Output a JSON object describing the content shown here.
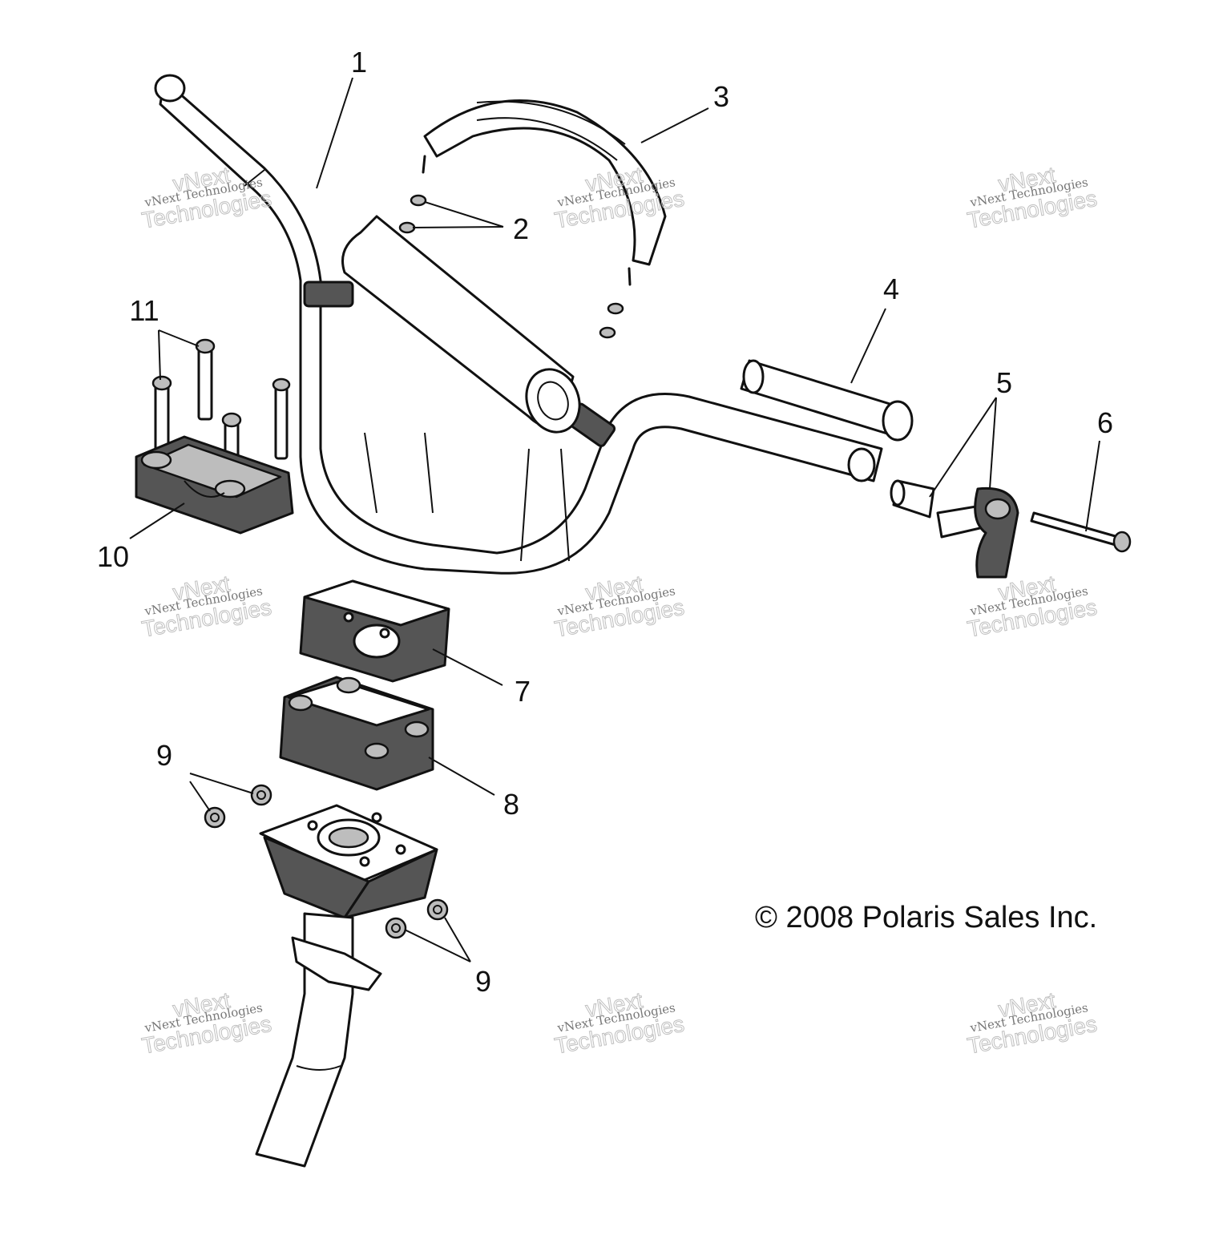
{
  "callouts": [
    "1",
    "2",
    "3",
    "4",
    "5",
    "6",
    "7",
    "8",
    "9",
    "9",
    "10",
    "11"
  ],
  "copyright": "© 2008 Polaris Sales Inc.",
  "watermark": {
    "small": "vNext Technologies",
    "large_top": "vNext",
    "large_bottom": "Technologies"
  }
}
